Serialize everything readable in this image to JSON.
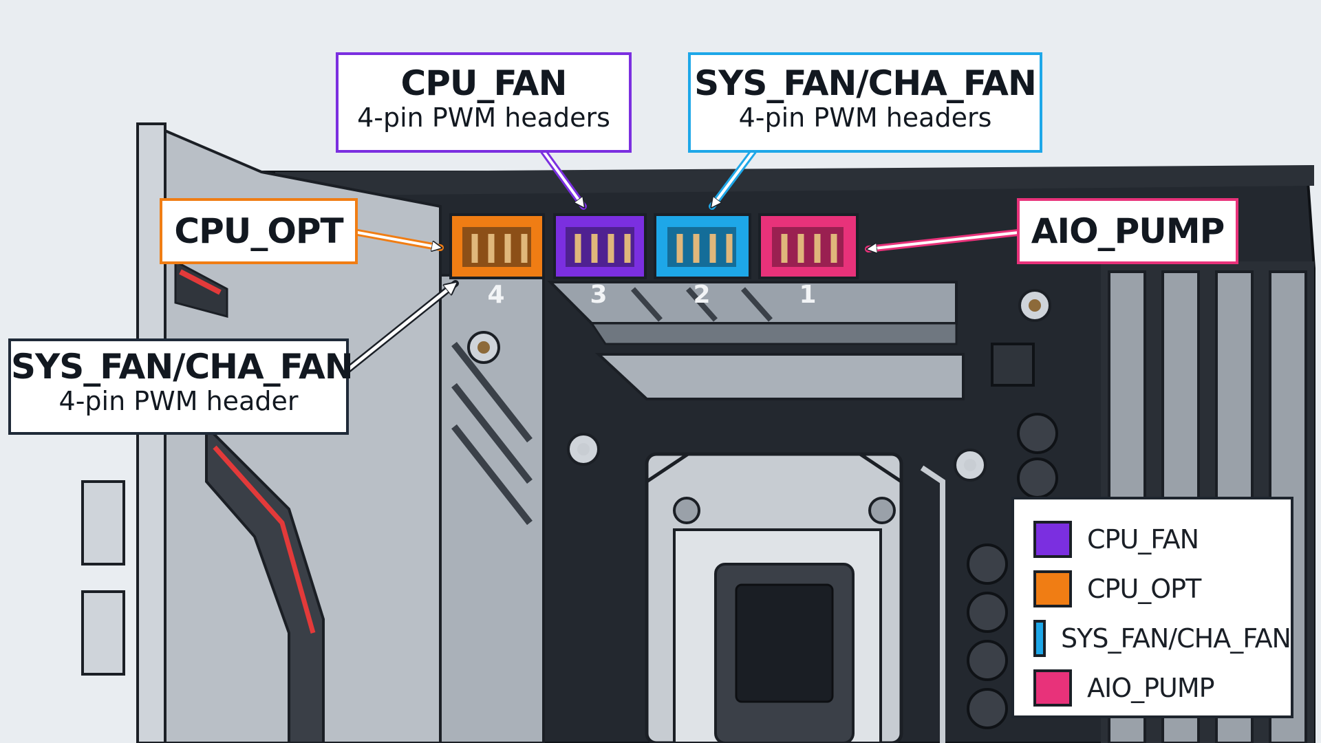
{
  "callouts": {
    "cpu_fan": {
      "title": "CPU_FAN",
      "subtitle": "4-pin PWM headers",
      "color": "#7b2fe0"
    },
    "sys_fan_top": {
      "title": "SYS_FAN/CHA_FAN",
      "subtitle": "4-pin PWM headers",
      "color": "#1ea7e8"
    },
    "cpu_opt": {
      "title": "CPU_OPT",
      "color": "#f07d14"
    },
    "aio_pump": {
      "title": "AIO_PUMP",
      "color": "#e8327a"
    },
    "sys_fan_left": {
      "title": "SYS_FAN/CHA_FAN",
      "subtitle": "4-pin PWM header",
      "color": "#1f2a38"
    }
  },
  "headers": [
    {
      "number": "4",
      "color": "#f07d14"
    },
    {
      "number": "3",
      "color": "#7b2fe0"
    },
    {
      "number": "2",
      "color": "#1ea7e8"
    },
    {
      "number": "1",
      "color": "#e8327a"
    }
  ],
  "legend": {
    "items": [
      {
        "label": "CPU_FAN",
        "color": "#7b2fe0"
      },
      {
        "label": "CPU_OPT",
        "color": "#f07d14"
      },
      {
        "label": "SYS_FAN/CHA_FAN",
        "color": "#1ea7e8"
      },
      {
        "label": "AIO_PUMP",
        "color": "#e8327a"
      }
    ]
  }
}
